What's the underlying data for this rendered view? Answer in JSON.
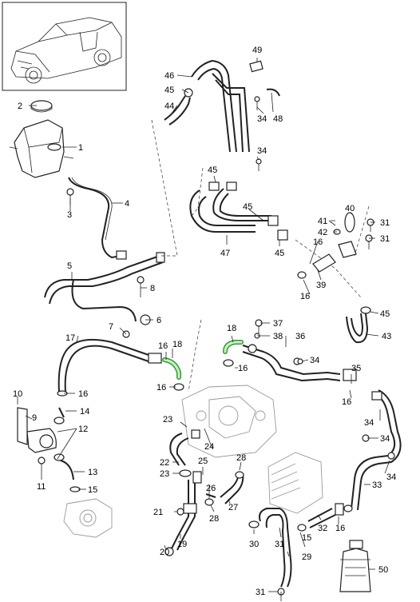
{
  "diagram": {
    "callouts": [
      "1",
      "2",
      "3",
      "4",
      "5",
      "6",
      "7",
      "8",
      "9",
      "10",
      "11",
      "12",
      "13",
      "14",
      "15",
      "16",
      "17",
      "18",
      "19",
      "20",
      "21",
      "22",
      "23",
      "24",
      "25",
      "26",
      "27",
      "28",
      "29",
      "30",
      "31",
      "32",
      "33",
      "34",
      "35",
      "36",
      "37",
      "38",
      "39",
      "40",
      "41",
      "42",
      "43",
      "44",
      "45",
      "46",
      "47",
      "48",
      "49",
      "50"
    ],
    "highlighted_parts": [
      "18"
    ],
    "highlight_color": "#2e9d2e"
  }
}
